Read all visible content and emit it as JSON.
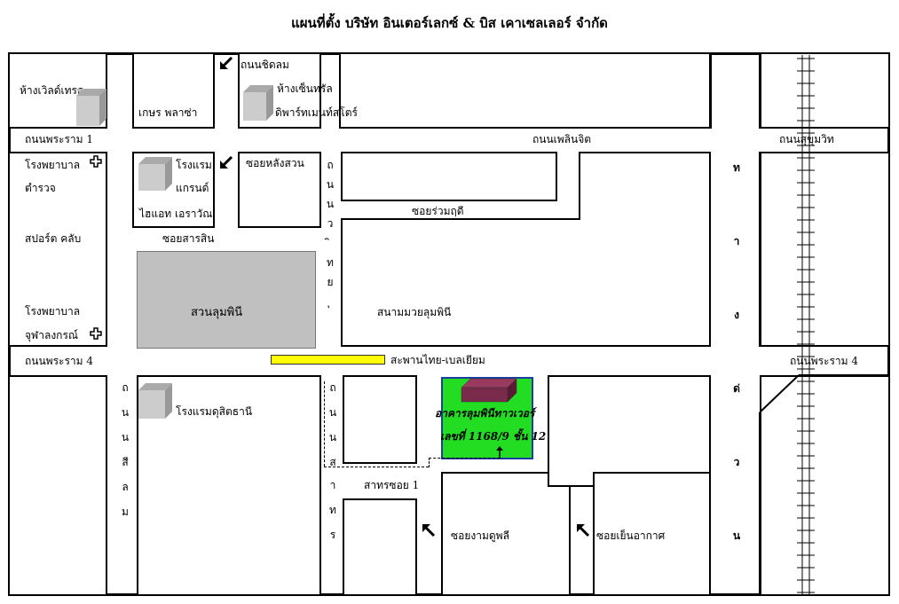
{
  "title": "แผนที่ตั้ง บริษัท อินเตอร์เลกซ์ & บิส เคาเซลเลอร์ จำกัด",
  "roads": {
    "rama1": "ถนนพระราม 1",
    "ploenchit": "ถนนเพลินจิต",
    "sukhumvit": "ถนนสุขุมวิท",
    "rama4_left": "ถนนพระราม 4",
    "rama4_right": "ถนนพระราม 4",
    "chidlom": "ถนนชิดลม",
    "soi_ruamrudee": "ซอยร่วมฤดี",
    "soi_langsuan": "ซอยหลังสวน",
    "soi_sarasin": "ซอยสารสิน",
    "sathorn_soi1": "สาทรซอย 1",
    "soi_ngamduphli": "ซอยงามดูพลี",
    "soi_yenakat": "ซอยเย็นอากาศ",
    "wireless_chars": [
      "ถ",
      "น",
      "น",
      "ว",
      "ิ",
      "ท",
      "ย",
      "ุ"
    ],
    "silom_chars": [
      "ถ",
      "น",
      "น",
      "สี",
      "ล",
      "ม"
    ],
    "sathorn_v_top": [
      "ถ",
      "น",
      "น",
      "ส"
    ],
    "sathorn_v_bottom": [
      "า",
      "ท",
      "ร"
    ],
    "expressway_chars": [
      "ท",
      "า",
      "ง",
      "ด่",
      "ว",
      "น"
    ]
  },
  "places": {
    "world_trade": "ห้างเวิลด์เทรด",
    "gaysorn": "เกษร พลาซ่า",
    "central_dept": "ห้างเซ็นทรัล",
    "central_store": "ดิพาร์ทเมนท์สโตร์",
    "police_hospital_1": "โรงพยาบาล",
    "police_hospital_2": "ตำรวจ",
    "sports_club": "สปอร์ต คลับ",
    "chula_hospital_1": "โรงพยาบาล",
    "chula_hospital_2": "จุฬาลงกรณ์",
    "grand_hyatt_1": "โรงแรม",
    "grand_hyatt_2": "แกรนด์",
    "grand_hyatt_3": "ไฮแอท เอราวัณ",
    "lumpini_park": "สวนลุมพินี",
    "lumpini_stadium": "สนามมวยลุมพินี",
    "bridge": "สะพานไทย-เบลเยียม",
    "dusit_thani": "โรงแรมดุสิตธานี",
    "target_1": "อาคารลุมพินีทาวเวอร์",
    "target_2": "เลขที่ 1168/9 ชั้น 12"
  },
  "colors": {
    "park": "#c0c0c0",
    "bridge": "#ffff00",
    "target_fill": "#22dd22",
    "target_border": "#1a3fa0",
    "target_building": "#7a2a4a"
  },
  "icons": [
    "building-icon",
    "hospital-cross-icon",
    "one-way-arrow-icon",
    "railway-track-icon"
  ]
}
